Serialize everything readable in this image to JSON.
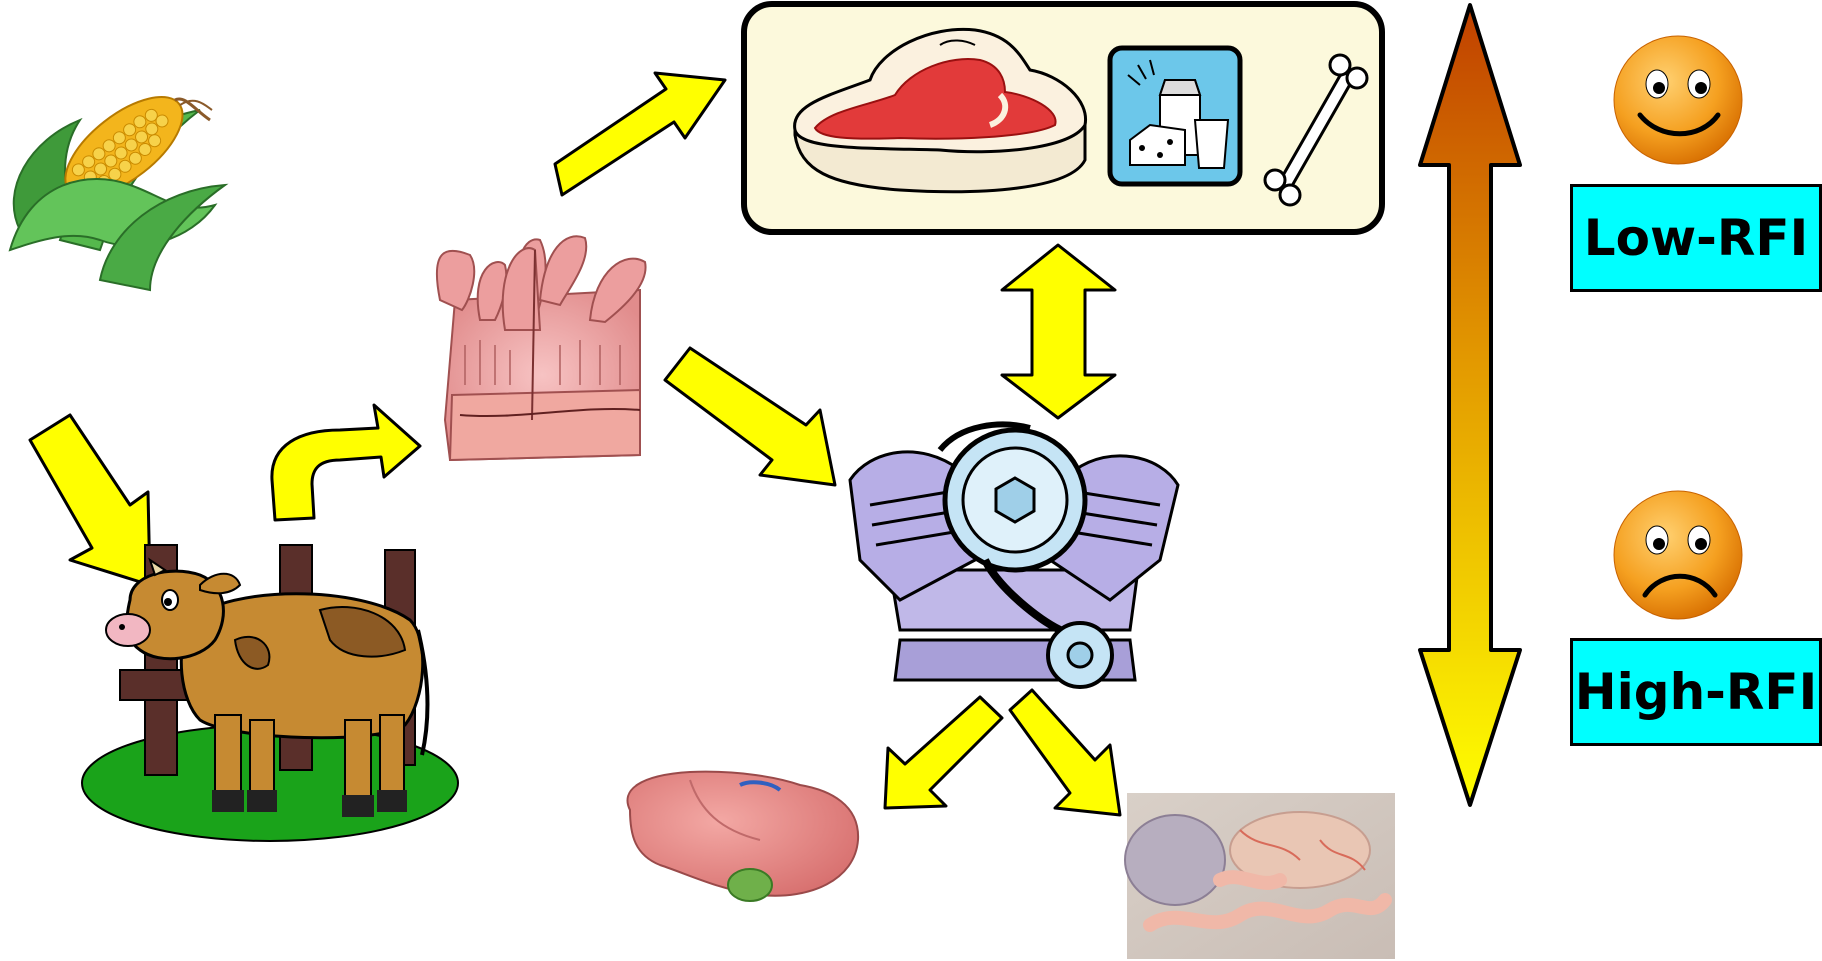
{
  "labels": {
    "low": "Low-RFI",
    "high": "High-RFI"
  },
  "icons": [
    "corn-icon",
    "cow-icon",
    "intestine-icon",
    "steak-icon",
    "dairy-icon",
    "bone-icon",
    "engine-icon",
    "liver-icon",
    "viscera-photo",
    "happy-face-icon",
    "sad-face-icon"
  ],
  "colors": {
    "arrow": "#ffff00",
    "label_bg": "#00ffff",
    "product_box_bg": "#fcf9dc",
    "gradient_top": "#c04000",
    "gradient_bottom": "#ffff00",
    "face": "#f5a020"
  }
}
